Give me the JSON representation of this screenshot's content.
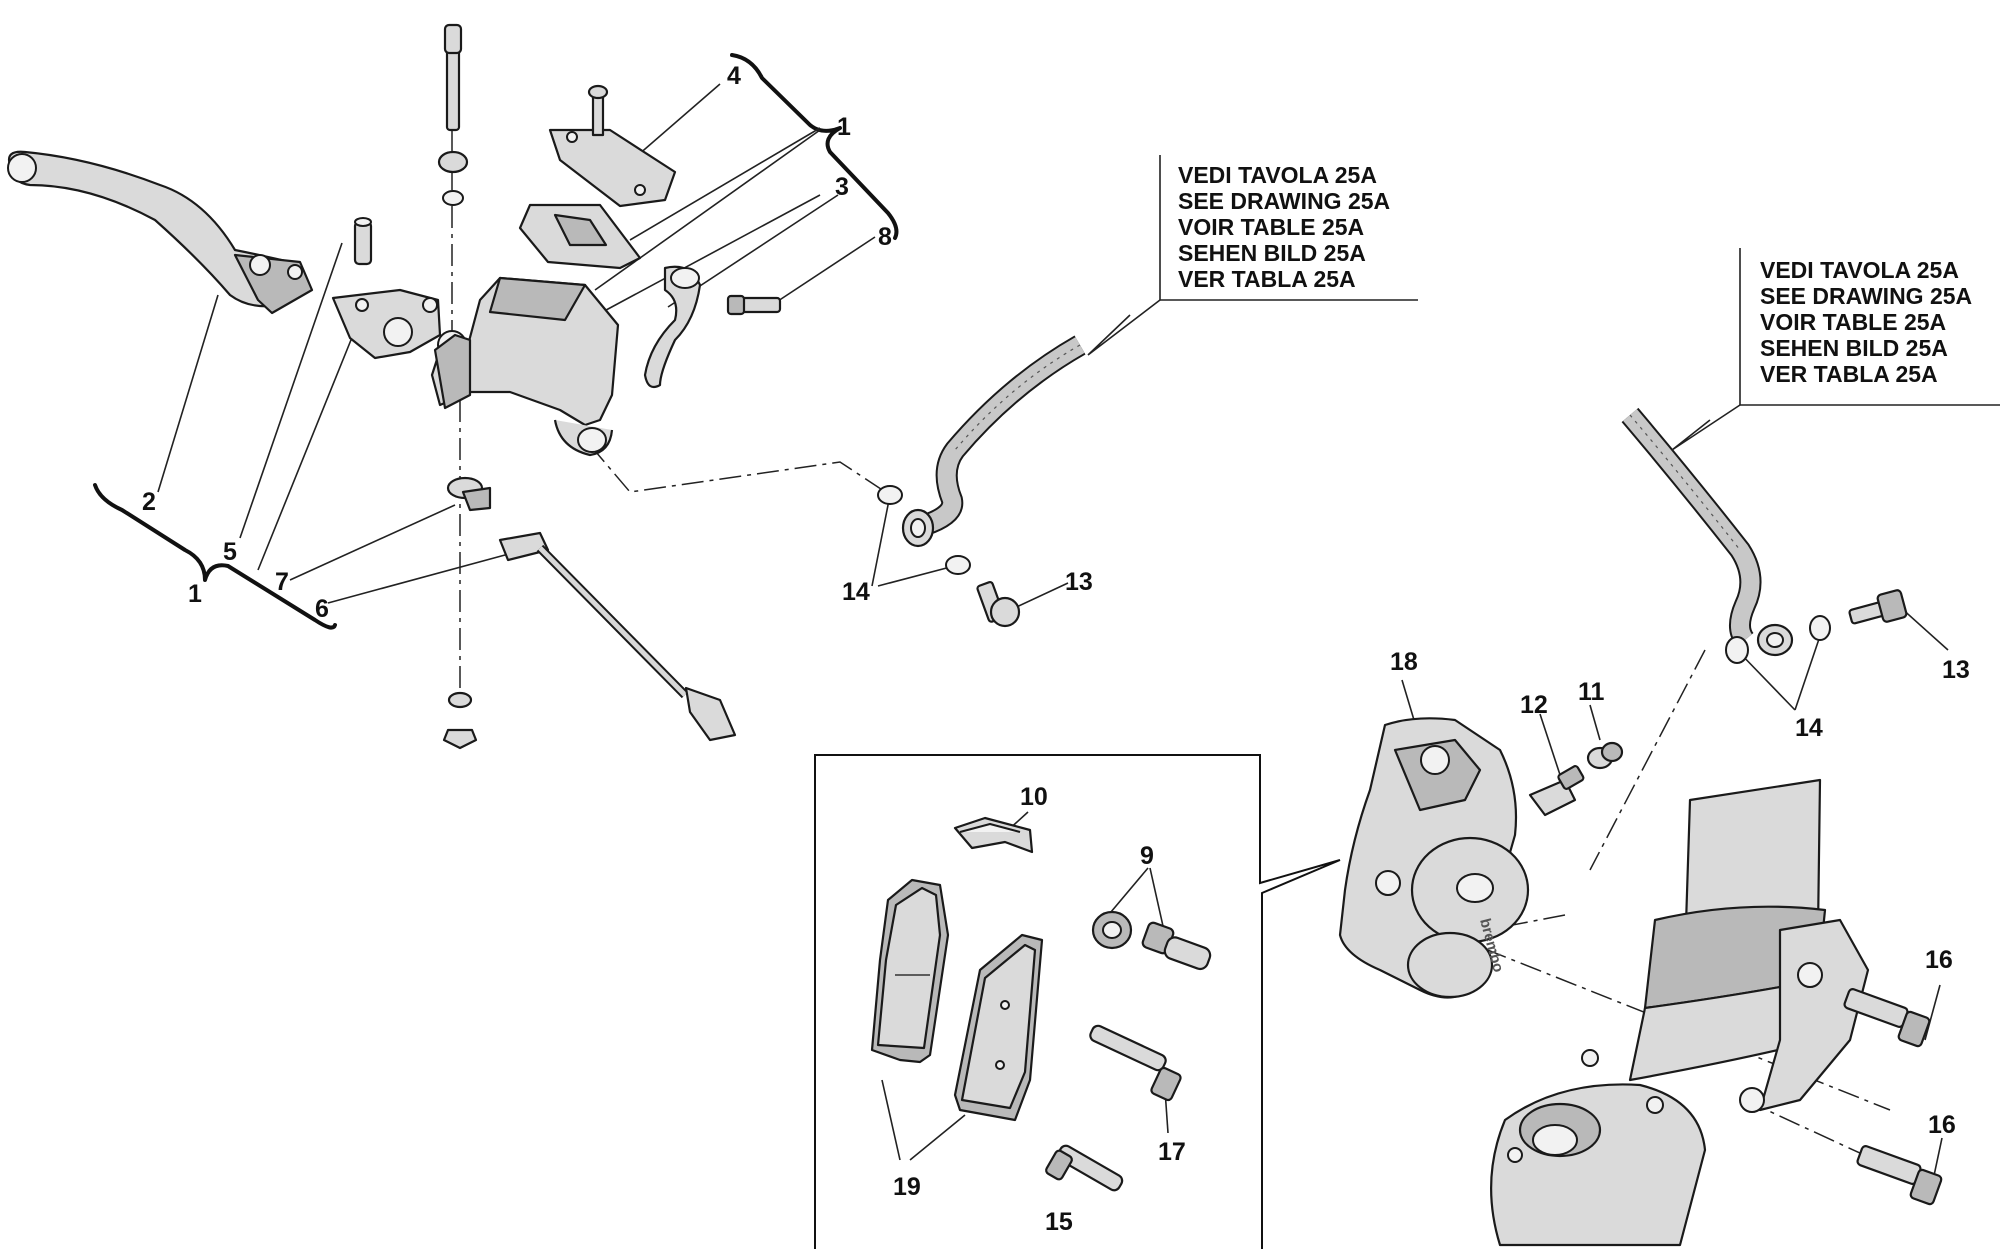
{
  "diagram": {
    "callouts": [
      {
        "id": "c1a",
        "text": "1"
      },
      {
        "id": "c1b",
        "text": "1"
      },
      {
        "id": "c2",
        "text": "2"
      },
      {
        "id": "c3",
        "text": "3"
      },
      {
        "id": "c4",
        "text": "4"
      },
      {
        "id": "c5",
        "text": "5"
      },
      {
        "id": "c6",
        "text": "6"
      },
      {
        "id": "c7",
        "text": "7"
      },
      {
        "id": "c8",
        "text": "8"
      },
      {
        "id": "c9",
        "text": "9"
      },
      {
        "id": "c10",
        "text": "10"
      },
      {
        "id": "c11",
        "text": "11"
      },
      {
        "id": "c12",
        "text": "12"
      },
      {
        "id": "c13a",
        "text": "13"
      },
      {
        "id": "c13b",
        "text": "13"
      },
      {
        "id": "c14a",
        "text": "14"
      },
      {
        "id": "c14b",
        "text": "14"
      },
      {
        "id": "c15",
        "text": "15"
      },
      {
        "id": "c16a",
        "text": "16"
      },
      {
        "id": "c16b",
        "text": "16"
      },
      {
        "id": "c17",
        "text": "17"
      },
      {
        "id": "c18",
        "text": "18"
      },
      {
        "id": "c19",
        "text": "19"
      }
    ],
    "reference_notes": [
      {
        "id": "ref-left",
        "lines": [
          "VEDI TAVOLA 25A",
          "SEE DRAWING 25A",
          "VOIR TABLE 25A",
          "SEHEN BILD 25A",
          "VER TABLA 25A"
        ]
      },
      {
        "id": "ref-right",
        "lines": [
          "VEDI TAVOLA 25A",
          "SEE DRAWING 25A",
          "VOIR TABLE 25A",
          "SEHEN BILD 25A",
          "VER TABLA 25A"
        ]
      }
    ],
    "caliper_logo_text": "brembo"
  }
}
